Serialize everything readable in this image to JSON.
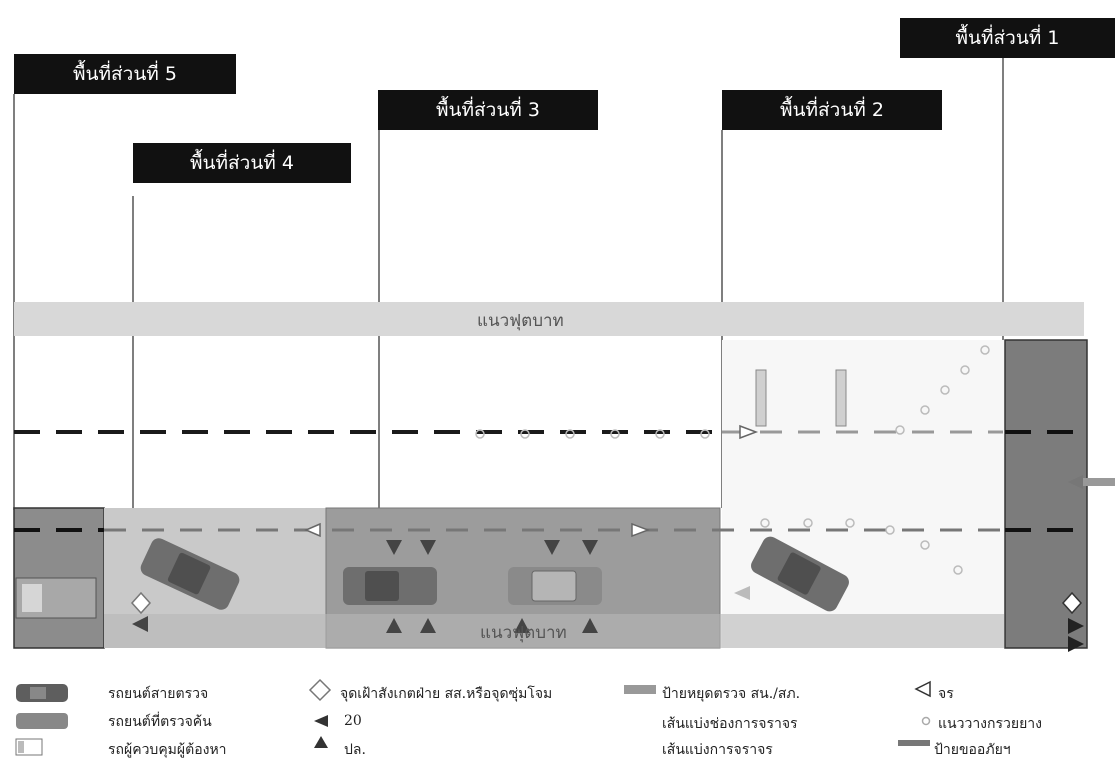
{
  "zones": [
    {
      "label": "พื้นที่ส่วนที่ 5"
    },
    {
      "label": "พื้นที่ส่วนที่ 4"
    },
    {
      "label": "พื้นที่ส่วนที่ 3"
    },
    {
      "label": "พื้นที่ส่วนที่ 2"
    },
    {
      "label": "พื้นที่ส่วนที่ 1"
    }
  ],
  "road": {
    "sidewalk_top_label": "แนวฟุตบาท",
    "sidewalk_bottom_label": "แนวฟุตบาท"
  },
  "legend": {
    "patrol_car": "รถยนต์สายตรวจ",
    "checked_car": "รถยนต์ที่ตรวจค้น",
    "wanted_vehicle": "รถผู้ควบคุมผู้ต้องหา",
    "traffic_officer": "จุดเฝ้าสังเกตฝ่าย สส.หรือจุดซุ่มโจม",
    "count_20": "20",
    "police_station": "ปล.",
    "stop_sign": "ป้ายหยุดตรวจ สน./สภ.",
    "lane_divider": "เส้นแบ่งช่องการจราจร",
    "traffic_line": "เส้นแบ่งการจราจร",
    "direction": "จร",
    "check_line": "แนววางกรวยยาง",
    "warning_sign": "ป้ายขออภัยฯ"
  },
  "colors": {
    "label_bg": "#111111",
    "zone3_box": "#9a9a9a",
    "zone4_box": "#c4c4c4",
    "end_box": "#7a7a7a",
    "sidewalk": "#d8d8d8",
    "car": "#6e6e6e"
  }
}
